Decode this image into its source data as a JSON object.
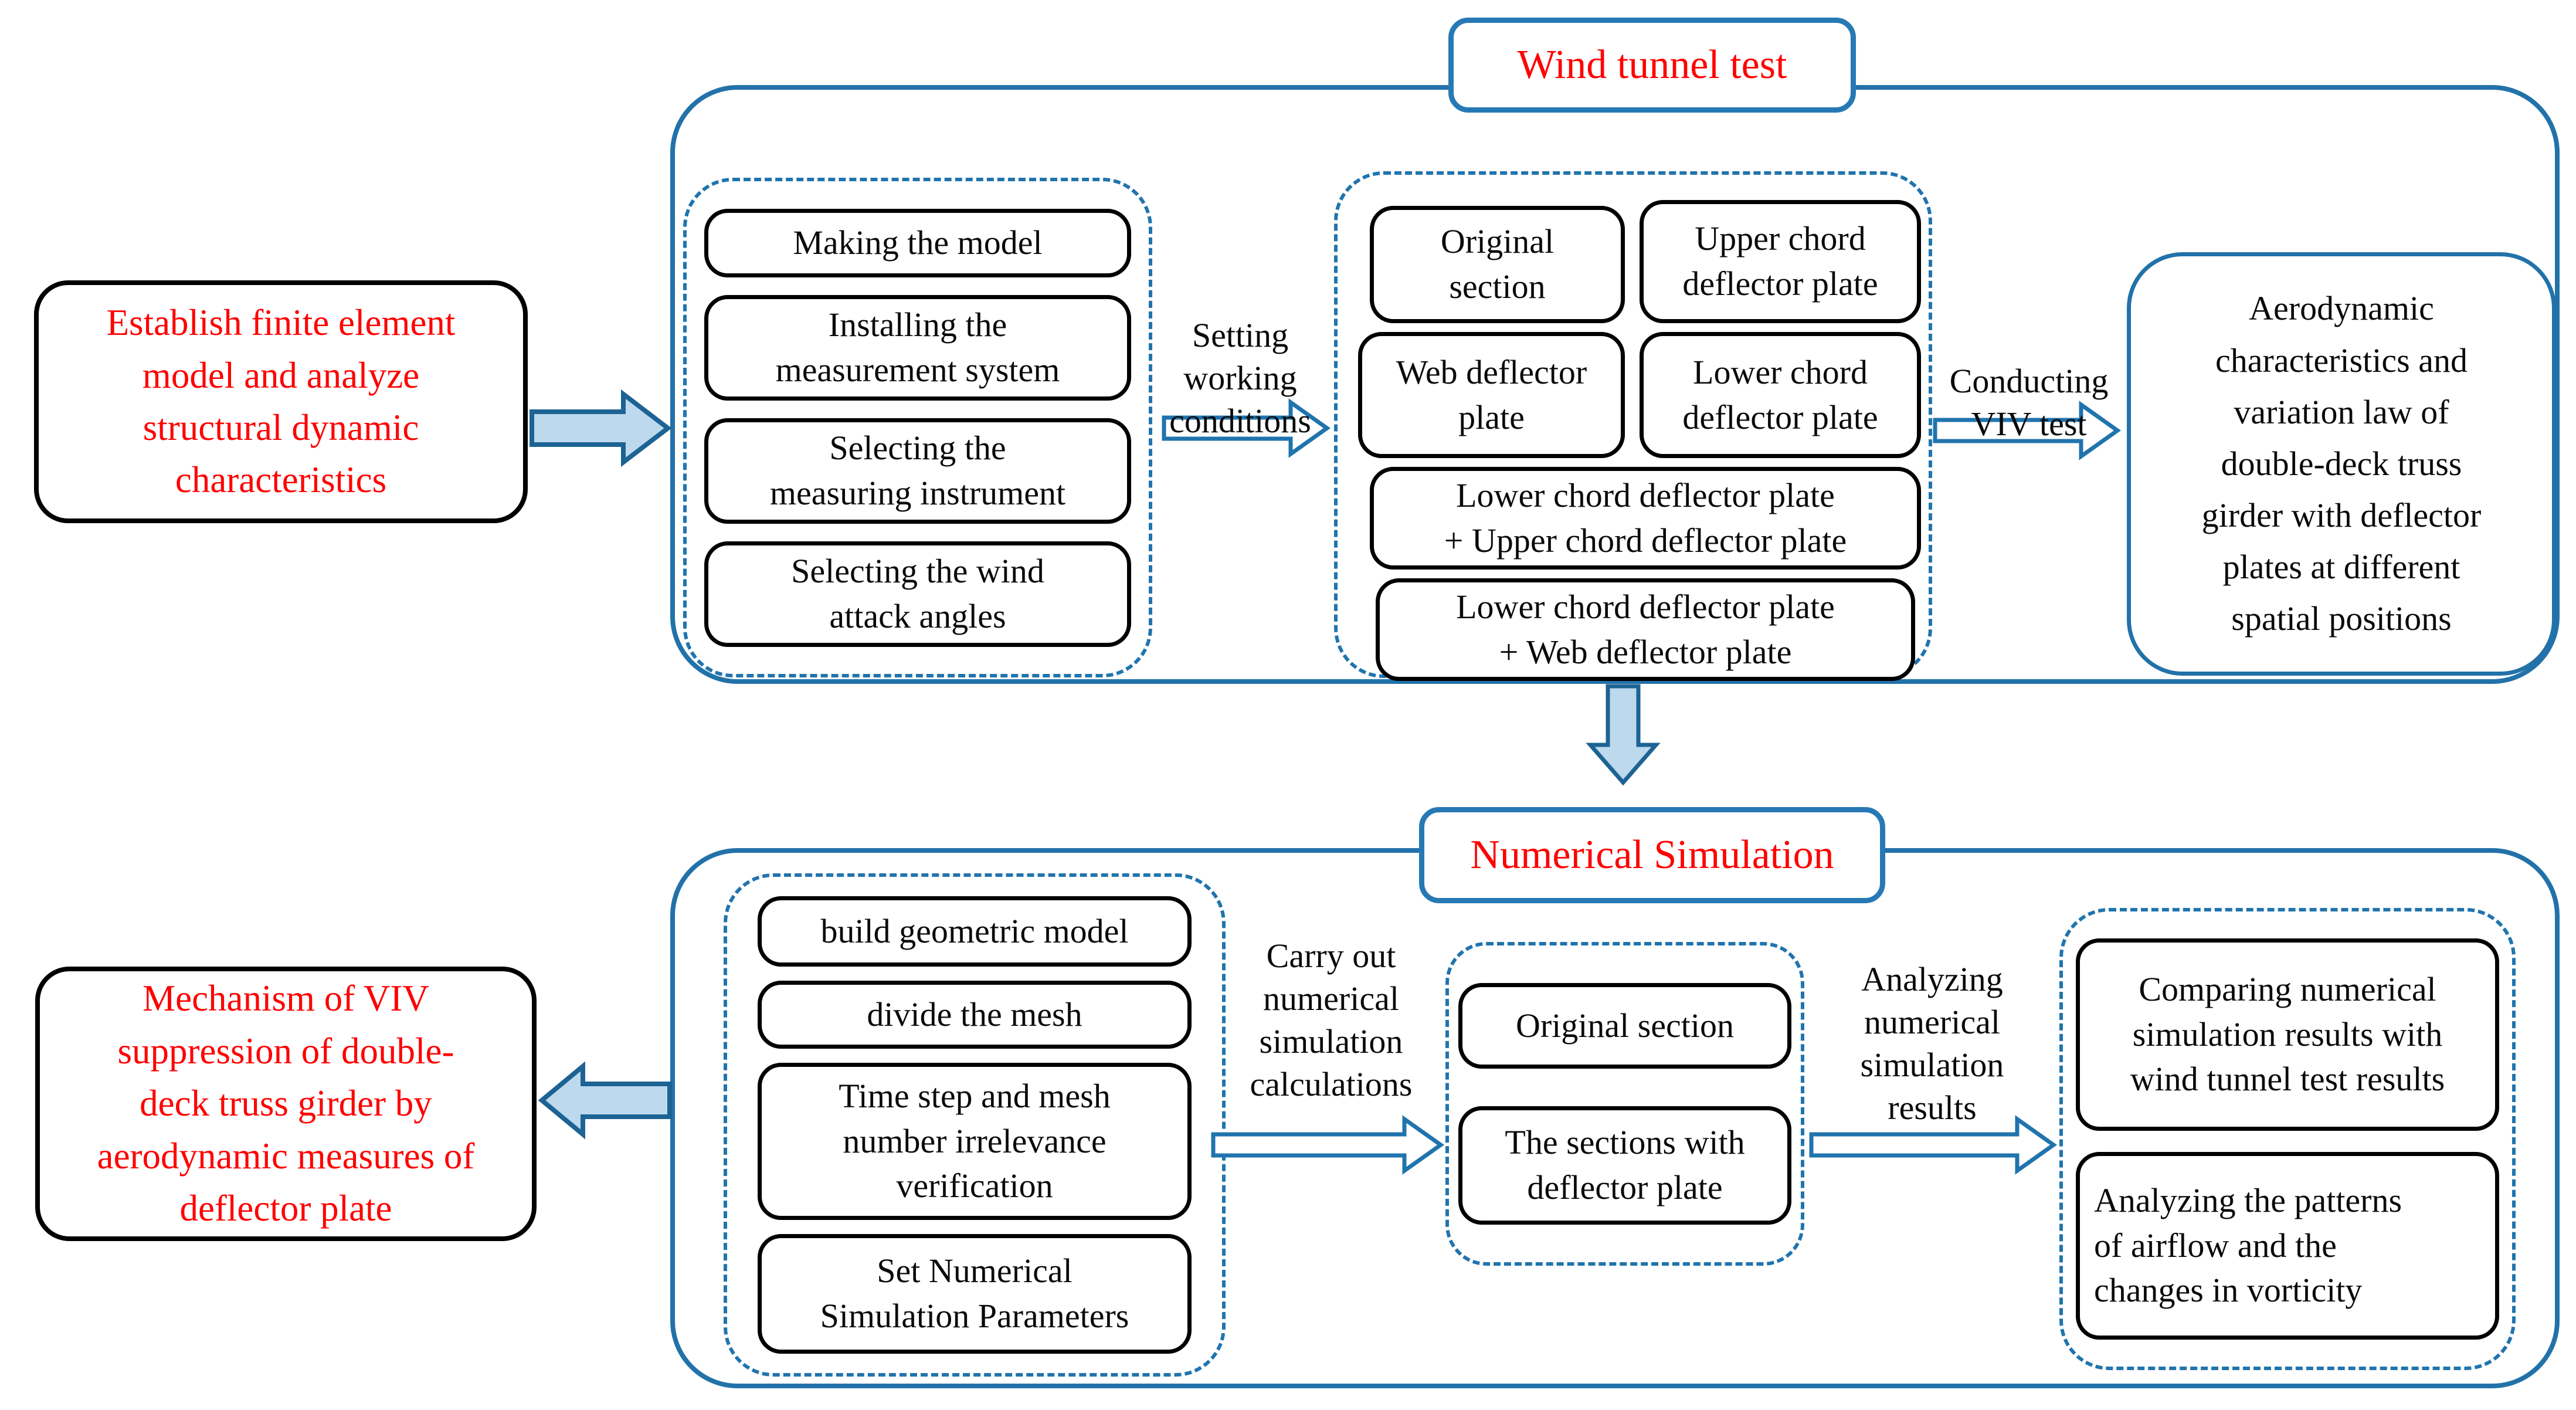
{
  "colors": {
    "accent_blue": "#2272a9",
    "dashed_blue": "#2074ae",
    "title_border_blue": "#2779b5",
    "arrow_fill": "#bdd9ee",
    "arrow_stroke": "#1d6394",
    "highlight_red": "#fe0000",
    "text_black": "#0a0a0a"
  },
  "top_flow": {
    "start_box": "Establish finite element\nmodel and analyze\nstructural dynamic\ncharacteristics",
    "section_title": "Wind tunnel test",
    "steps": [
      "Making the model",
      "Installing the\nmeasurement system",
      "Selecting the\nmeasuring instrument",
      "Selecting the wind\nattack angles"
    ],
    "arrow_label_1": "Setting\nworking\nconditions",
    "conditions": [
      "Original\nsection",
      "Upper chord\ndeflector plate",
      "Web deflector\nplate",
      "Lower chord\ndeflector plate",
      "Lower chord deflector plate\n+ Upper chord deflector plate",
      "Lower chord deflector plate\n+ Web deflector plate"
    ],
    "arrow_label_2": "Conducting\nVIV test",
    "result_box": "Aerodynamic\ncharacteristics and\nvariation law of\ndouble-deck truss\ngirder with deflector\nplates at different\nspatial positions"
  },
  "bottom_flow": {
    "section_title": "Numerical Simulation",
    "end_box": "Mechanism of VIV\nsuppression of double-\ndeck truss girder by\naerodynamic measures of\ndeflector plate",
    "steps": [
      "build geometric model",
      "divide the mesh",
      "Time step and mesh\nnumber irrelevance\nverification",
      "Set Numerical\nSimulation Parameters"
    ],
    "arrow_label_1": "Carry out\nnumerical\nsimulation\ncalculations",
    "sections": [
      "Original section",
      "The sections with\ndeflector plate"
    ],
    "arrow_label_2": "Analyzing\nnumerical\nsimulation\nresults",
    "results": [
      "Comparing numerical\nsimulation results with\nwind tunnel test results",
      "Analyzing the patterns\nof airflow and the\nchanges in vorticity"
    ]
  }
}
